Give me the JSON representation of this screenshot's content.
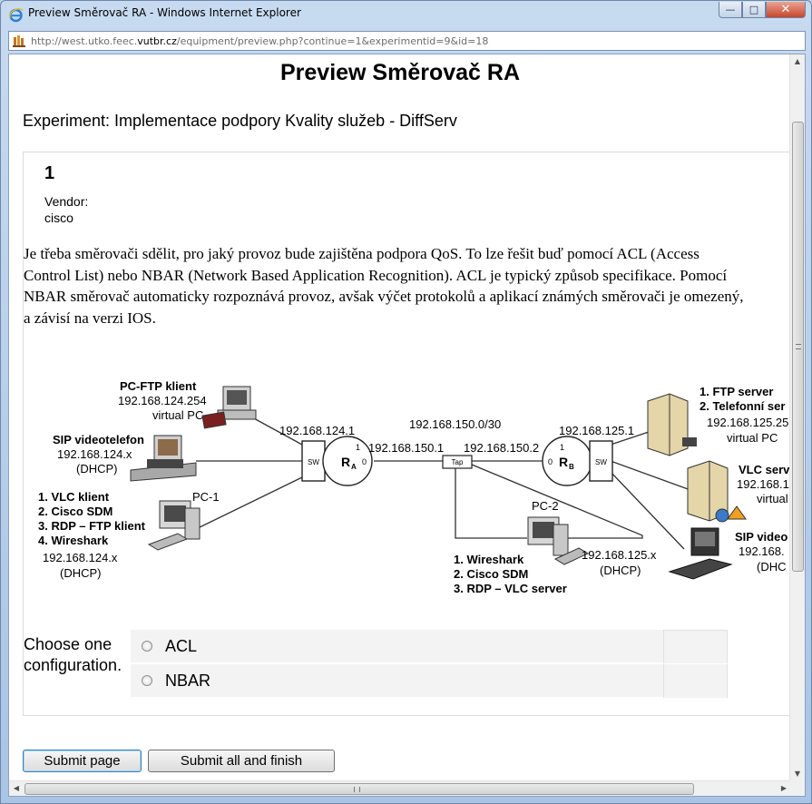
{
  "window": {
    "title": "Preview Směrovač RA - Windows Internet Explorer",
    "controls": {
      "minimize": "—",
      "restore": "□",
      "close": "✕"
    }
  },
  "address": {
    "url_prefix": "http://west.utko.feec.",
    "url_domain": "vutbr.cz",
    "url_suffix": "/equipment/preview.php?continue=1&experimentid=9&id=18"
  },
  "page": {
    "title": "Preview Směrovač RA",
    "experiment": "Experiment: Implementace podpory Kvality služeb - DiffServ"
  },
  "question": {
    "number": "1",
    "vendor_label": "Vendor:",
    "vendor_value": "cisco",
    "text": "Je třeba směrovači sdělit, pro jaký provoz bude zajištěna podpora QoS. To lze řešit buď pomocí ACL (Access Control List) nebo NBAR (Network Based Application Recognition). ACL je typický způsob specifikace. Pomocí NBAR směrovač automaticky rozpoznává provoz, avšak výčet protokolů a aplikací známých směrovači je omezený, a závisí na verzi IOS.",
    "prompt": "Choose one configuration.",
    "options": [
      {
        "label": "ACL"
      },
      {
        "label": "NBAR"
      }
    ]
  },
  "diagram": {
    "left_top": {
      "title": "PC-FTP klient",
      "ip": "192.168.124.254",
      "note": "virtual PC"
    },
    "left_mid": {
      "title": "SIP videotelefon",
      "ip": "192.168.124.x",
      "note": "(DHCP)"
    },
    "left_bottom": {
      "list": [
        "1. VLC klient",
        "2. Cisco SDM",
        "3. RDP – FTP klient",
        "4. Wireshark"
      ],
      "ip": "192.168.124.x",
      "note": "(DHCP)",
      "pc": "PC-1"
    },
    "router_a": {
      "letter": "R",
      "sub": "A",
      "port1": "1",
      "port0": "0",
      "ip_lan": "192.168.124.1",
      "ip_wan": "192.168.150.1"
    },
    "router_b": {
      "letter": "R",
      "sub": "B",
      "port1": "1",
      "port0": "0",
      "ip_lan": "192.168.125.1",
      "ip_wan": "192.168.150.2"
    },
    "switch": "SW",
    "tap": "Tap",
    "wan_net": "192.168.150.0/30",
    "pc2": {
      "name": "PC-2",
      "list": [
        "1. Wireshark",
        "2. Cisco SDM",
        "3. RDP – VLC server"
      ],
      "ip": "192.168.125.x",
      "note": "(DHCP)"
    },
    "right_top": {
      "list": [
        "1. FTP server",
        "2. Telefonní ser"
      ],
      "ip": "192.168.125.25",
      "note": "virtual PC"
    },
    "right_mid": {
      "title": "VLC serv",
      "ip": "192.168.1",
      "note": "virtual"
    },
    "right_bottom": {
      "title": "SIP video",
      "ip": "192.168.",
      "note": "(DHC"
    }
  },
  "buttons": {
    "submit": "Submit page",
    "finish": "Submit all and finish"
  },
  "scroll": {
    "up": "▲",
    "down": "▼",
    "left": "◀",
    "right": "▶"
  }
}
